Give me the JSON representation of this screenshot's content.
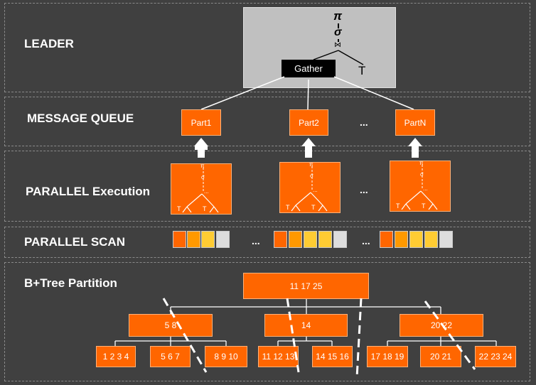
{
  "layers": {
    "leader": "LEADER",
    "message_queue": "MESSAGE QUEUE",
    "parallel_execution": "PARALLEL Execution",
    "parallel_scan": "PARALLEL SCAN",
    "btree_partition": "B+Tree Partition"
  },
  "leader_plan": {
    "projection": "π",
    "selection": "σ",
    "join": "⋈",
    "gather": "Gather",
    "table": "T"
  },
  "message_queue": {
    "parts": [
      "Part1",
      "Part2",
      "PartN"
    ],
    "ellipsis": "..."
  },
  "execution": {
    "ellipsis": "...",
    "mini_plan": {
      "projection": "π",
      "selection": "σ",
      "join": "⋈",
      "more": "...",
      "table": "T"
    }
  },
  "scan": {
    "ellipsis": "...",
    "colors": {
      "dark_orange": "#ff6600",
      "mid_orange": "#ff9900",
      "light_orange": "#ffcc33",
      "gray": "#dddddd"
    }
  },
  "btree": {
    "root": "11   17   25",
    "internal": [
      "5    8",
      "14",
      "20   22"
    ],
    "leaves": [
      "1  2  3 4",
      "5  6  7",
      "8  9 10",
      "11 12 13",
      "14 15 16",
      "17 18 19",
      "20 21",
      "22 23 24"
    ]
  },
  "colors": {
    "background": "#404040",
    "node_orange": "#ff6600",
    "leader_panel": "#c0c0c0",
    "gather_box": "#000000"
  }
}
